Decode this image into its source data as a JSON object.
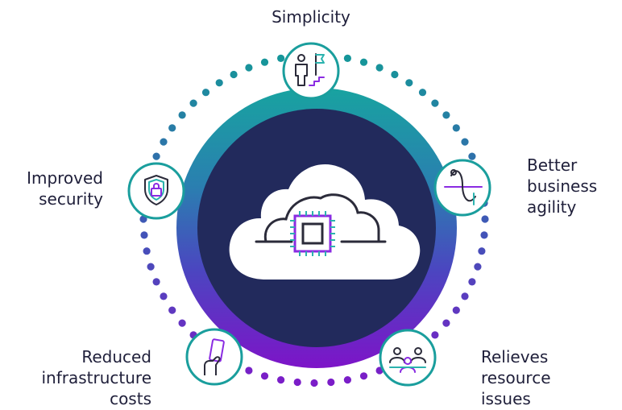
{
  "colors": {
    "teal": "#1a9e9d",
    "purple": "#6a1fb5",
    "navy": "#222a5c",
    "text": "#1f1f3a",
    "icon_line": "#2b2b3a",
    "icon_accent": "#8a2be2"
  },
  "center": {
    "icon": "cloud-chip-icon"
  },
  "benefits": [
    {
      "icon": "person-stairs-flag-icon",
      "lines": [
        "Simplicity"
      ]
    },
    {
      "icon": "curve-graph-icon",
      "lines": [
        "Better",
        "business",
        "agility"
      ]
    },
    {
      "icon": "people-meeting-icon",
      "lines": [
        "Relieves",
        "resource",
        "issues"
      ]
    },
    {
      "icon": "hand-card-icon",
      "lines": [
        "Reduced",
        "infrastructure",
        "costs"
      ]
    },
    {
      "icon": "shield-lock-icon",
      "lines": [
        "Improved",
        "security"
      ]
    }
  ]
}
